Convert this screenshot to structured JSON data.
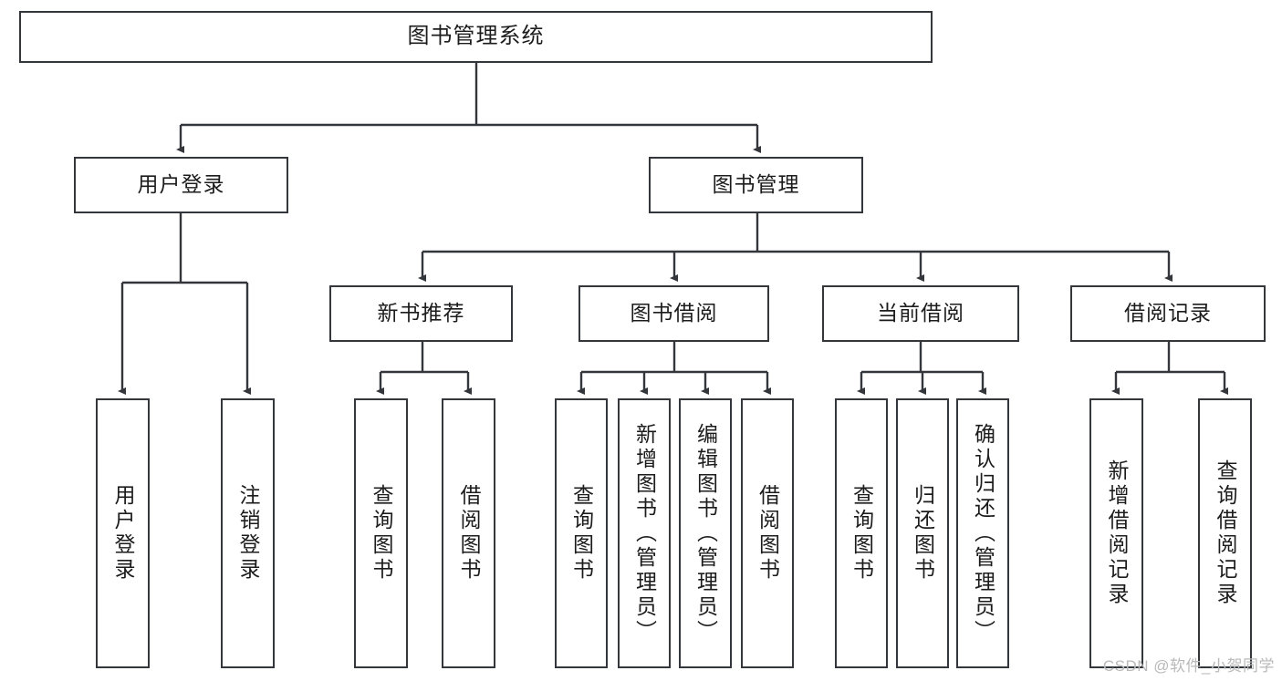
{
  "diagram": {
    "title": "图书管理系统",
    "watermark": "CSDN @软件_小贺同学",
    "line_color": "#33363a",
    "box_border_color": "#33363a",
    "box_fill_color": "#ffffff",
    "text_color": "#1c1c1c",
    "watermark_color": "#b9b9b9",
    "root": {
      "label": "图书管理系统"
    },
    "level2": [
      {
        "label": "用户登录"
      },
      {
        "label": "图书管理"
      }
    ],
    "level3": [
      {
        "label": "新书推荐"
      },
      {
        "label": "图书借阅"
      },
      {
        "label": "当前借阅"
      },
      {
        "label": "借阅记录"
      }
    ],
    "leaves": {
      "user_login": [
        {
          "label": "用户登录"
        },
        {
          "label": "注销登录"
        }
      ],
      "new_book_recommend": [
        {
          "label": "查询图书"
        },
        {
          "label": "借阅图书"
        }
      ],
      "book_borrow": [
        {
          "label": "查询图书"
        },
        {
          "label": "新增图书（管理员）"
        },
        {
          "label": "编辑图书（管理员）"
        },
        {
          "label": "借阅图书"
        }
      ],
      "current_borrow": [
        {
          "label": "查询图书"
        },
        {
          "label": "归还图书"
        },
        {
          "label": "确认归还（管理员）"
        }
      ],
      "borrow_record": [
        {
          "label": "新增借阅记录"
        },
        {
          "label": "查询借阅记录"
        }
      ]
    }
  }
}
